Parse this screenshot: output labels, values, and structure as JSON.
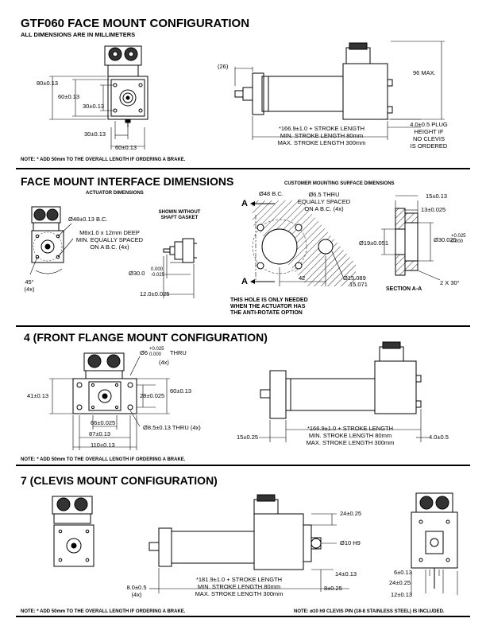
{
  "header": {
    "title": "GTF060 FACE MOUNT CONFIGURATION",
    "subtitle": "ALL DIMENSIONS ARE IN MILLIMETERS"
  },
  "section1": {
    "dims": {
      "d80": "80±0.13",
      "d60v": "60±0.13",
      "d30a": "30±0.13",
      "d30b": "30±0.13",
      "d60h": "60±0.13",
      "d26": "26",
      "d96": "96 MAX.",
      "stroke1": "*166.9±1.0 + STROKE LENGTH",
      "stroke2": "MIN. STROKE LENGTH 80mm",
      "stroke3": "MAX. STROKE LENGTH 300mm",
      "plug1": "4.0±0.5 PLUG",
      "plug2": "HEIGHT IF",
      "plug3": "NO CLEVIS",
      "plug4": "IS ORDERED"
    },
    "note": "NOTE: * ADD 50mm TO THE OVERALL LENGTH IF ORDERING A BRAKE."
  },
  "section2": {
    "title": "FACE MOUNT INTERFACE DIMENSIONS",
    "actuator_label": "ACTUATOR DIMENSIONS",
    "customer_label": "CUSTOMER MOUNTING SURFACE DIMENSIONS",
    "shown1": "SHOWN WITHOUT",
    "shown2": "SHAFT GASKET",
    "dims": {
      "bc48": "Ø48±0.13 B.C.",
      "m6_1": "M6x1.0 x 12mm DEEP",
      "m6_2": "MIN. EQUALLY SPACED",
      "m6_3": "ON A B.C. (4x)",
      "d30": "Ø30.0",
      "d30tol_a": "0.000",
      "d30tol_b": "-0.025",
      "d12": "12.0±0.025",
      "ang45": "45°",
      "ang45n": "(4x)",
      "bc48b": "Ø48 B.C.",
      "thru1": "Ø6.5 THRU",
      "thru2": "EQUALLY SPACED",
      "thru3": "ON A B.C. (4x)",
      "d42": "42",
      "d15a": "Ø15.089",
      "d15b": "15.071",
      "secA": "A",
      "secA2": "A",
      "d15r": "15±0.13",
      "d13r": "13±0.025",
      "d19": "Ø19±0.051",
      "d30025": "Ø30.025",
      "d30025a": "+0.025",
      "d30025b": "0.000",
      "chamfer": "2 X 30°",
      "sectionAA": "SECTION A-A"
    },
    "hole_note1": "THIS HOLE IS ONLY NEEDED",
    "hole_note2": "WHEN THE ACTUATOR HAS",
    "hole_note3": "THE ANTI-ROTATE OPTION"
  },
  "section3": {
    "title": "4 (FRONT FLANGE MOUNT CONFIGURATION)",
    "dims": {
      "d6": "Ø6",
      "d6a": "+0.025",
      "d6b": "0.000",
      "d6thru": "THRU",
      "d6n": "(4x)",
      "d41": "41±0.13",
      "d28": "28±0.025",
      "d60": "60±0.13",
      "d66": "66±0.025",
      "d87": "87±0.13",
      "d85": "Ø8.5±0.13 THRU (4x)",
      "d110": "110±0.13",
      "d15": "15±0.25",
      "stroke1": "*166.9±1.0 + STROKE LENGTH",
      "stroke2": "MIN. STROKE LENGTH 80mm",
      "stroke3": "MAX. STROKE LENGTH 300mm",
      "d40": "4.0±0.5"
    },
    "note": "NOTE: * ADD 50mm TO THE OVERALL LENGTH IF ORDERING A BRAKE."
  },
  "section4": {
    "title": "7 (CLEVIS MOUNT CONFIGURATION)",
    "dims": {
      "d24a": "24±0.25",
      "d10": "Ø10 H9",
      "d14": "14±0.13",
      "stroke1": "*181.9±1.0 + STROKE LENGTH",
      "stroke2": "MIN. STROKE LENGTH 80mm",
      "stroke3": "MAX. STROKE LENGTH 300mm",
      "d8": "8.0±0.5",
      "d8n": "(4x)",
      "d8b": "8±0.25",
      "d6": "6±0.13",
      "d24b": "24±0.25",
      "d12": "12±0.13"
    },
    "note": "NOTE: * ADD 50mm TO THE OVERALL LENGTH IF ORDERING A BRAKE.",
    "note2": "NOTE: ø10 h9 CLEVIS PIN (18-8 STAINLESS STEEL) IS INCLUDED."
  }
}
